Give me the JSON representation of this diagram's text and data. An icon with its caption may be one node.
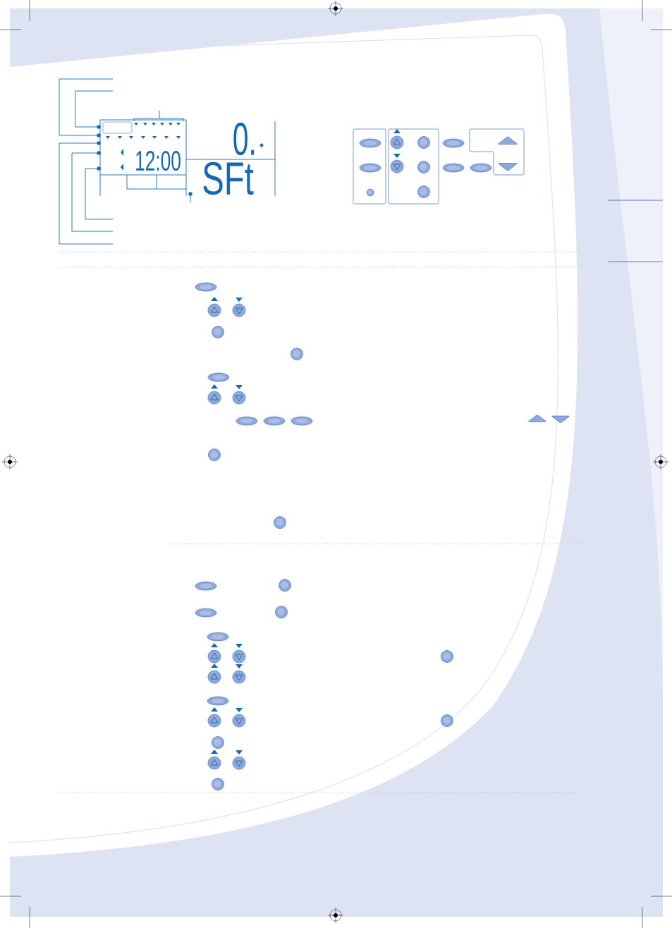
{
  "diagram": {
    "labels": [
      "0.",
      "12:00",
      "SFt"
    ]
  }
}
